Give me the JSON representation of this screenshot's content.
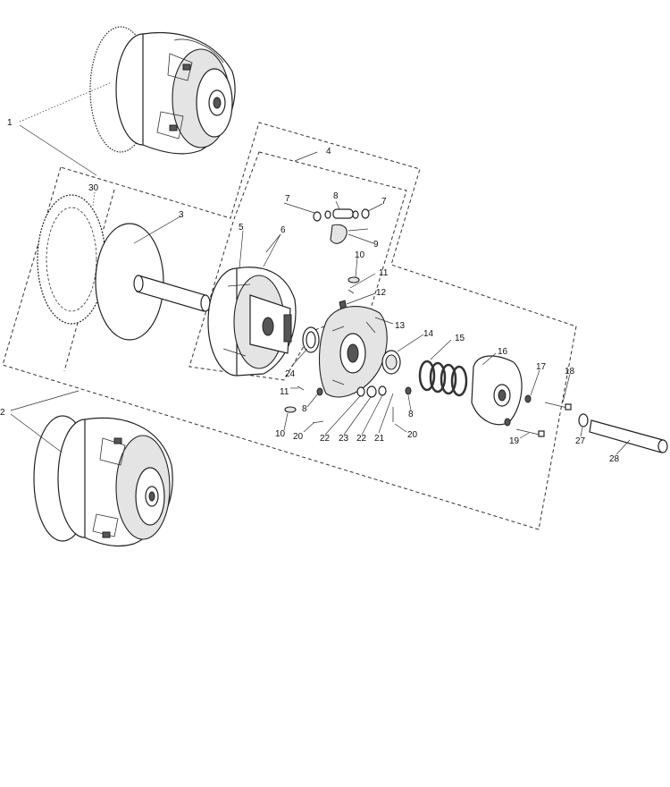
{
  "diagram": {
    "callouts": [
      {
        "id": "c1",
        "label": "1"
      },
      {
        "id": "c2",
        "label": "2"
      },
      {
        "id": "c3",
        "label": "3"
      },
      {
        "id": "c4",
        "label": "4"
      },
      {
        "id": "c5",
        "label": "5"
      },
      {
        "id": "c6",
        "label": "6"
      },
      {
        "id": "c7a",
        "label": "7"
      },
      {
        "id": "c7b",
        "label": "7"
      },
      {
        "id": "c8a",
        "label": "8"
      },
      {
        "id": "c8b",
        "label": "8"
      },
      {
        "id": "c8c",
        "label": "8"
      },
      {
        "id": "c9",
        "label": "9"
      },
      {
        "id": "c10a",
        "label": "10"
      },
      {
        "id": "c10b",
        "label": "10"
      },
      {
        "id": "c11a",
        "label": "11"
      },
      {
        "id": "c11b",
        "label": "11"
      },
      {
        "id": "c12",
        "label": "12"
      },
      {
        "id": "c13",
        "label": "13"
      },
      {
        "id": "c14",
        "label": "14"
      },
      {
        "id": "c15",
        "label": "15"
      },
      {
        "id": "c16",
        "label": "16"
      },
      {
        "id": "c17",
        "label": "17"
      },
      {
        "id": "c18",
        "label": "18"
      },
      {
        "id": "c19",
        "label": "19"
      },
      {
        "id": "c20a",
        "label": "20"
      },
      {
        "id": "c20b",
        "label": "20"
      },
      {
        "id": "c21",
        "label": "21"
      },
      {
        "id": "c22a",
        "label": "22"
      },
      {
        "id": "c22b",
        "label": "22"
      },
      {
        "id": "c23",
        "label": "23"
      },
      {
        "id": "c24",
        "label": "24"
      },
      {
        "id": "c27",
        "label": "27"
      },
      {
        "id": "c28",
        "label": "28"
      },
      {
        "id": "c30",
        "label": "30"
      }
    ]
  }
}
